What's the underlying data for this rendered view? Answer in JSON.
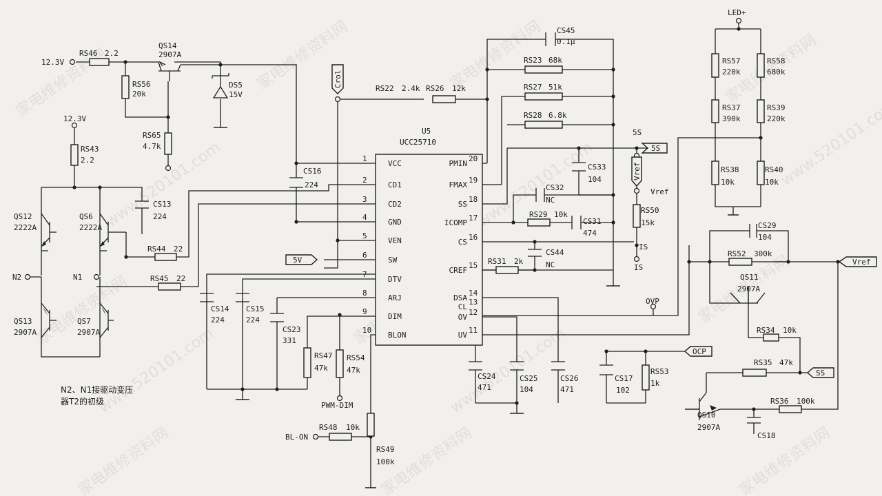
{
  "net_labels": {
    "v12_top": "12.3V",
    "v12_mid": "12.3V",
    "led_plus": "LED+",
    "n2": "N2",
    "n1": "N1",
    "ss_top": "5S",
    "vref_node": "Vref",
    "is_a": "IS",
    "is_b": "IS",
    "ovp": "OVP",
    "pwm_dim": "PWM-DIM",
    "bl_on": "BL-ON"
  },
  "tags": {
    "crol": "Crol",
    "v5": "5V",
    "ss_right": "5S",
    "vref_v": "Vref",
    "vref_right": "Vref",
    "ocp": "OCP",
    "ss_low": "SS"
  },
  "ic": {
    "ref": "U5",
    "part": "UCC25710"
  },
  "pins_left": [
    {
      "num": "1",
      "name": "VCC"
    },
    {
      "num": "2",
      "name": "CD1"
    },
    {
      "num": "3",
      "name": "CD2"
    },
    {
      "num": "4",
      "name": "GND"
    },
    {
      "num": "5",
      "name": "VEN"
    },
    {
      "num": "6",
      "name": "SW"
    },
    {
      "num": "7",
      "name": "DTV"
    },
    {
      "num": "8",
      "name": "ARJ"
    },
    {
      "num": "9",
      "name": "DIM"
    },
    {
      "num": "10",
      "name": "BLON"
    }
  ],
  "pins_right": [
    {
      "num": "20",
      "name": "PMIN"
    },
    {
      "num": "19",
      "name": "FMAX"
    },
    {
      "num": "18",
      "name": "SS"
    },
    {
      "num": "17",
      "name": "ICOMP"
    },
    {
      "num": "16",
      "name": "CS"
    },
    {
      "num": "15",
      "name": "CREF"
    },
    {
      "num": "14",
      "name": "DSA"
    },
    {
      "num": "13",
      "name": "CL"
    },
    {
      "num": "12",
      "name": "OV"
    },
    {
      "num": "11",
      "name": "UV"
    }
  ],
  "components": {
    "rs46": {
      "ref": "RS46",
      "val": "2.2"
    },
    "qs14": {
      "ref": "QS14",
      "val": "2907A"
    },
    "rs56": {
      "ref": "RS56",
      "val": "20k"
    },
    "ds5": {
      "ref": "DS5",
      "val": "15V"
    },
    "rs65": {
      "ref": "RS65",
      "val": "4.7k"
    },
    "rs43": {
      "ref": "RS43",
      "val": "2.2"
    },
    "qs12": {
      "ref": "QS12",
      "val": "2222A"
    },
    "qs6": {
      "ref": "QS6",
      "val": "2222A"
    },
    "qs13": {
      "ref": "QS13",
      "val": "2907A"
    },
    "qs7": {
      "ref": "QS7",
      "val": "2907A"
    },
    "cs13": {
      "ref": "CS13",
      "val": "224"
    },
    "rs44": {
      "ref": "RS44",
      "val": "22"
    },
    "rs45": {
      "ref": "RS45",
      "val": "22"
    },
    "cs16": {
      "ref": "CS16",
      "val": "224"
    },
    "cs14": {
      "ref": "CS14",
      "val": "224"
    },
    "cs15": {
      "ref": "CS15",
      "val": "224"
    },
    "cs23": {
      "ref": "CS23",
      "val": "331"
    },
    "rs47": {
      "ref": "RS47",
      "val": "47k"
    },
    "rs54": {
      "ref": "RS54",
      "val": "47k"
    },
    "rs48": {
      "ref": "RS48",
      "val": "10k"
    },
    "rs49": {
      "ref": "RS49",
      "val": "100k"
    },
    "rs22": {
      "ref": "RS22",
      "val": "2.4k"
    },
    "rs26": {
      "ref": "RS26",
      "val": "12k"
    },
    "cs45": {
      "ref": "CS45",
      "val": "0.1μ"
    },
    "rs23": {
      "ref": "RS23",
      "val": "68k"
    },
    "rs27": {
      "ref": "RS27",
      "val": "51k"
    },
    "rs28": {
      "ref": "RS28",
      "val": "6.8k"
    },
    "cs33": {
      "ref": "CS33",
      "val": "104"
    },
    "cs32": {
      "ref": "CS32",
      "val": "NC"
    },
    "rs29": {
      "ref": "RS29",
      "val": "10k"
    },
    "cs31": {
      "ref": "CS31",
      "val": "474"
    },
    "cs44": {
      "ref": "CS44",
      "val": "NC"
    },
    "rs31": {
      "ref": "RS31",
      "val": "2k"
    },
    "rs50": {
      "ref": "RS50",
      "val": "15k"
    },
    "cs24": {
      "ref": "CS24",
      "val": "471"
    },
    "cs25": {
      "ref": "CS25",
      "val": "104"
    },
    "cs26": {
      "ref": "CS26",
      "val": "471"
    },
    "cs17": {
      "ref": "CS17",
      "val": "102"
    },
    "rs53": {
      "ref": "RS53",
      "val": "1k"
    },
    "rs57": {
      "ref": "RS57",
      "val": "220k"
    },
    "rs58": {
      "ref": "RS58",
      "val": "680k"
    },
    "rs37": {
      "ref": "RS37",
      "val": "390k"
    },
    "rs39": {
      "ref": "RS39",
      "val": "220k"
    },
    "rs38": {
      "ref": "RS38",
      "val": "10k"
    },
    "rs40": {
      "ref": "RS40",
      "val": "10k"
    },
    "cs29": {
      "ref": "CS29",
      "val": "104"
    },
    "rs52": {
      "ref": "RS52",
      "val": "300k"
    },
    "qs11": {
      "ref": "QS11",
      "val": "2907A"
    },
    "rs34": {
      "ref": "RS34",
      "val": "10k"
    },
    "rs35": {
      "ref": "RS35",
      "val": "47k"
    },
    "rs36": {
      "ref": "RS36",
      "val": "100k"
    },
    "qs10": {
      "ref": "QS10",
      "val": "2907A"
    },
    "cs18": {
      "ref": "CS18"
    }
  },
  "note": {
    "line1": "N2、N1接驱动变压",
    "line2": "器T2的初级"
  },
  "watermark": {
    "text": "家电维修资料网",
    "site": "www.520101.com"
  }
}
